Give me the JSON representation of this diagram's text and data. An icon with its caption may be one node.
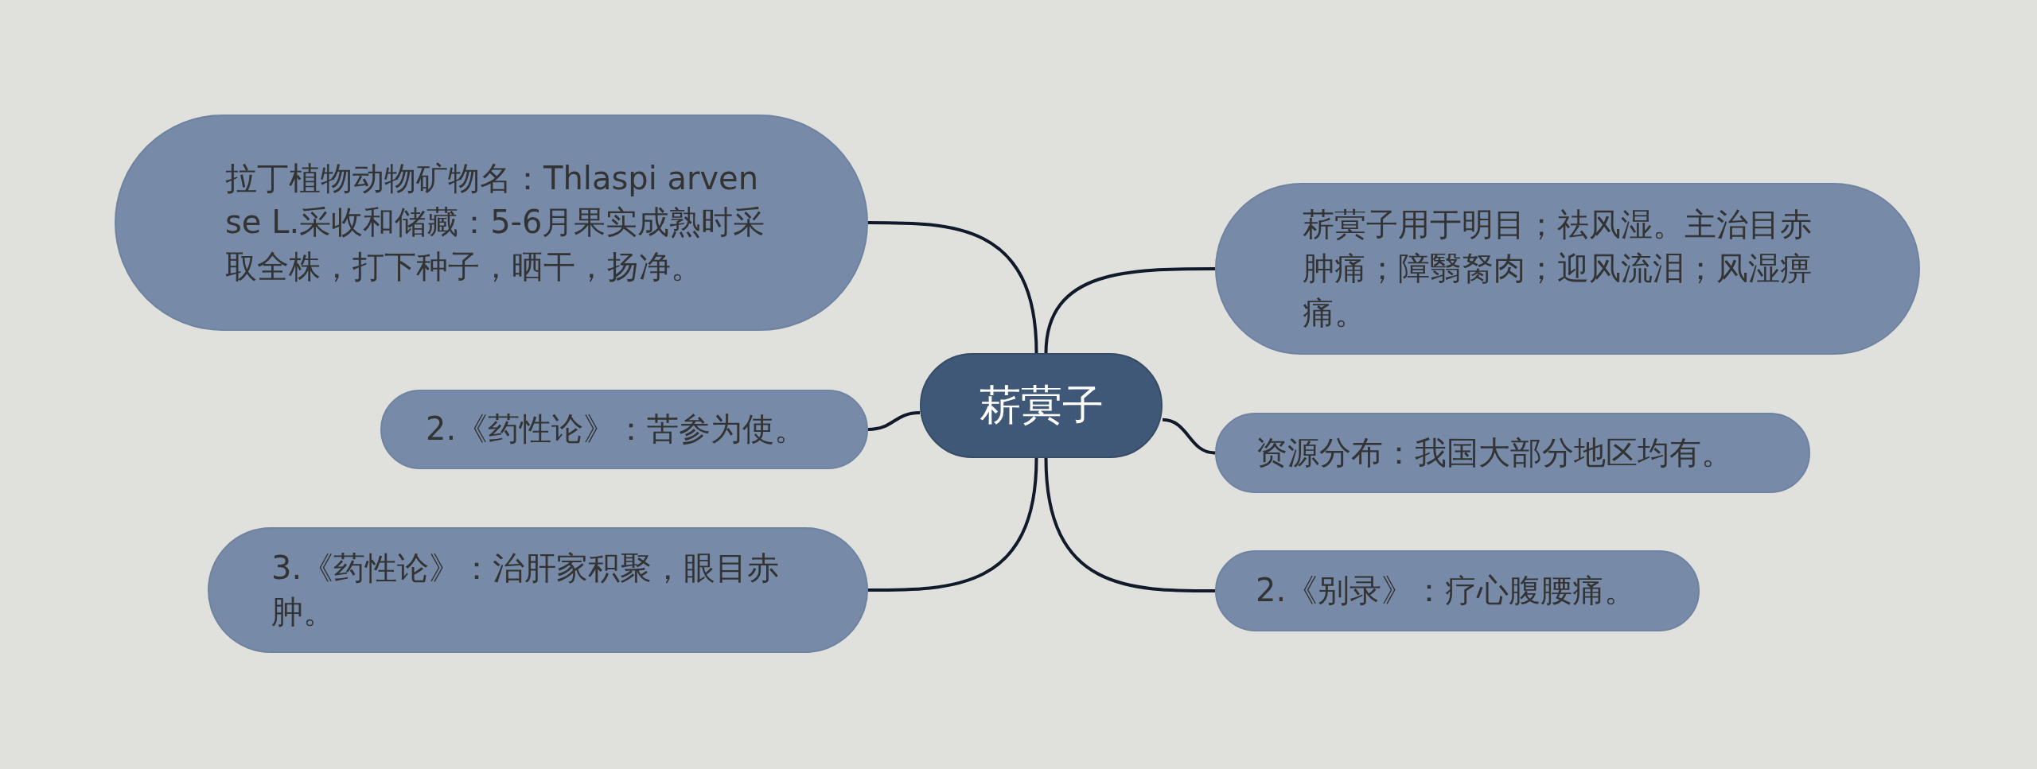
{
  "diagram": {
    "nodes": [
      {
        "text": [
          "菥蓂子"
        ]
      },
      {
        "text": [
          "拉丁植物动物矿物名：Thlaspi arvense L.采收和储藏：5-6月果实成熟时采取全株，打下种子，晒干，扬净。"
        ]
      },
      {
        "text": [
          "2.《药性论》：苦参为使。"
        ]
      },
      {
        "text": [
          "3.《药性论》：治肝家积聚，眼目赤肿。"
        ]
      },
      {
        "text": [
          "菥蓂子用于明目；祛风湿。主治目赤肿痛；障翳胬肉；迎风流泪；风湿痹痛。"
        ]
      },
      {
        "text": [
          "资源分布：我国大部分地区均有。"
        ]
      },
      {
        "text": [
          "2.《别录》：疗心腹腰痛。"
        ]
      }
    ],
    "edges": [
      {
        "from": 0,
        "to": 1,
        "arrow": "none"
      },
      {
        "from": 0,
        "to": 2,
        "arrow": "none"
      },
      {
        "from": 0,
        "to": 3,
        "arrow": "none"
      },
      {
        "from": 0,
        "to": 4,
        "arrow": "none"
      },
      {
        "from": 0,
        "to": 5,
        "arrow": "none"
      },
      {
        "from": 0,
        "to": 6,
        "arrow": "none"
      }
    ]
  }
}
